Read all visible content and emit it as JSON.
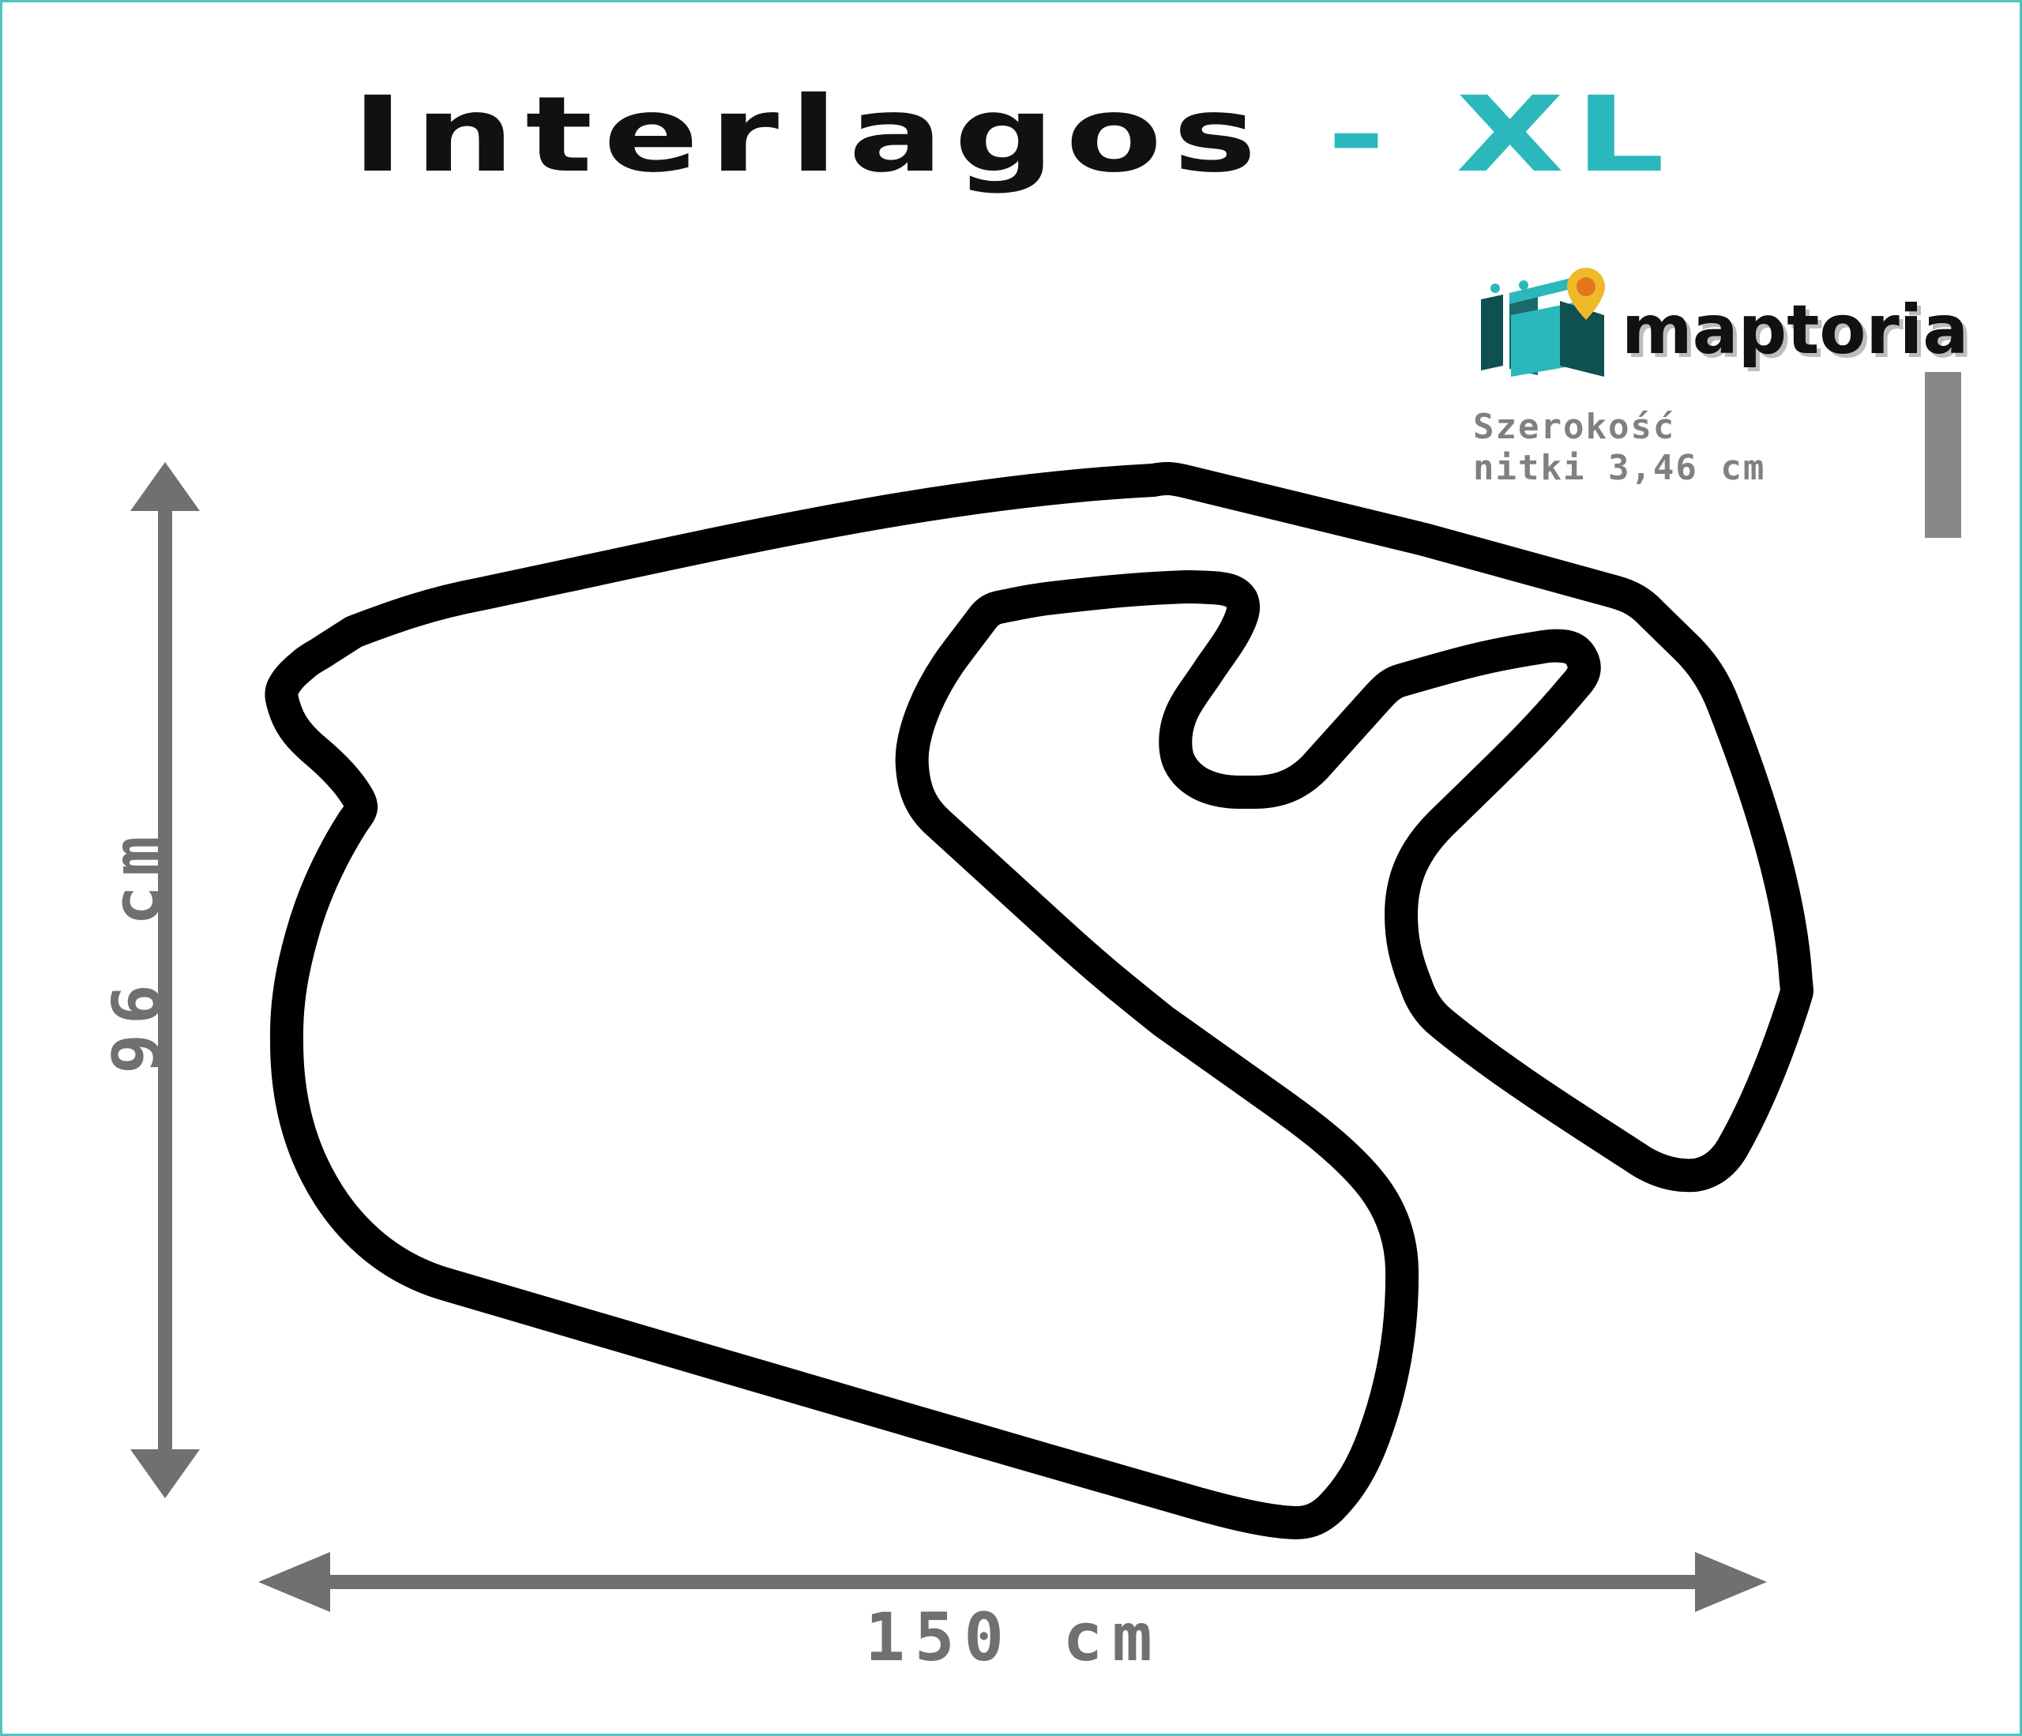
{
  "title": {
    "track_name": "Interlagos",
    "separator": " - ",
    "size_label": "XL"
  },
  "brand": {
    "name": "maptoria",
    "icon": "maptoria-logo-icon"
  },
  "width_note": {
    "line1": "Szerokość",
    "line2": "nitki 3,46 cm"
  },
  "dimensions": {
    "width_label": "150 cm",
    "height_label": "96 cm"
  },
  "colors": {
    "track": "#000000",
    "accent": "#2bb8bd",
    "arrows": "#707070",
    "border": "#4ec3c3"
  }
}
